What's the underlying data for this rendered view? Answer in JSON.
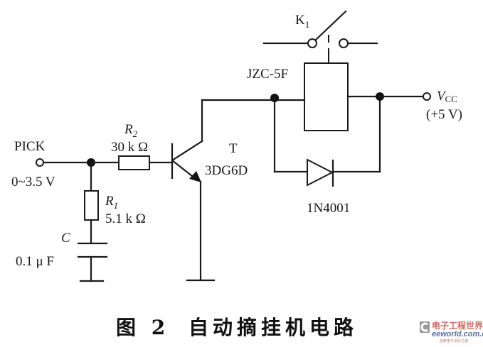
{
  "figure": {
    "caption_number": "图 2",
    "caption_title": "自动摘挂机电路"
  },
  "components": {
    "input": {
      "name": "PICK",
      "range": "0~3.5 V"
    },
    "r2": {
      "ref": "R",
      "ref_sub": "2",
      "value": "30 k Ω"
    },
    "r1": {
      "ref": "R",
      "ref_sub": "1",
      "value": "5.1 k Ω"
    },
    "capacitor": {
      "ref": "C",
      "value": "0.1 μ F"
    },
    "transistor": {
      "ref": "T",
      "part": "3DG6D"
    },
    "relay": {
      "part": "JZC-5F"
    },
    "switch": {
      "ref": "K",
      "ref_sub": "1"
    },
    "diode": {
      "part": "1N4001"
    },
    "supply": {
      "ref": "V",
      "ref_sub": "CC",
      "value": "(+5 V)"
    }
  },
  "watermark": {
    "site_cn": "电子工程世界",
    "site_en": "eeworld.com.cn",
    "tagline": "创新电子设计之源"
  }
}
